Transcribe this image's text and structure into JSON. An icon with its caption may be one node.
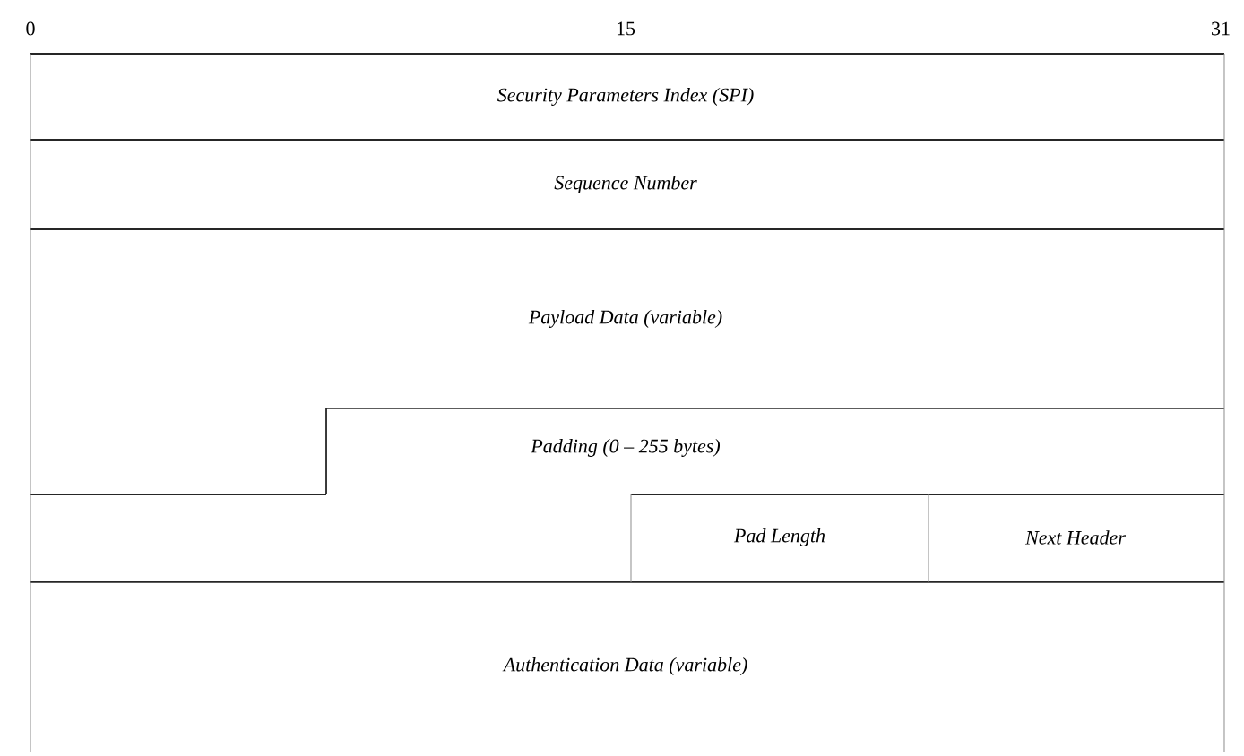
{
  "diagram": {
    "nodes": [
      {
        "text": [
          "Security Parameters Index (SPI)"
        ]
      },
      {
        "text": [
          "Sequence Number"
        ]
      },
      {
        "text": [
          "Payload Data (variable)"
        ]
      },
      {
        "text": [
          "Padding (0 – 255 bytes)"
        ]
      },
      {
        "text": [
          "Pad Length"
        ]
      },
      {
        "text": [
          "Next Header"
        ]
      },
      {
        "text": [
          "Authentication Data (variable)"
        ]
      }
    ],
    "labels": [
      "0",
      "15",
      "31"
    ]
  }
}
